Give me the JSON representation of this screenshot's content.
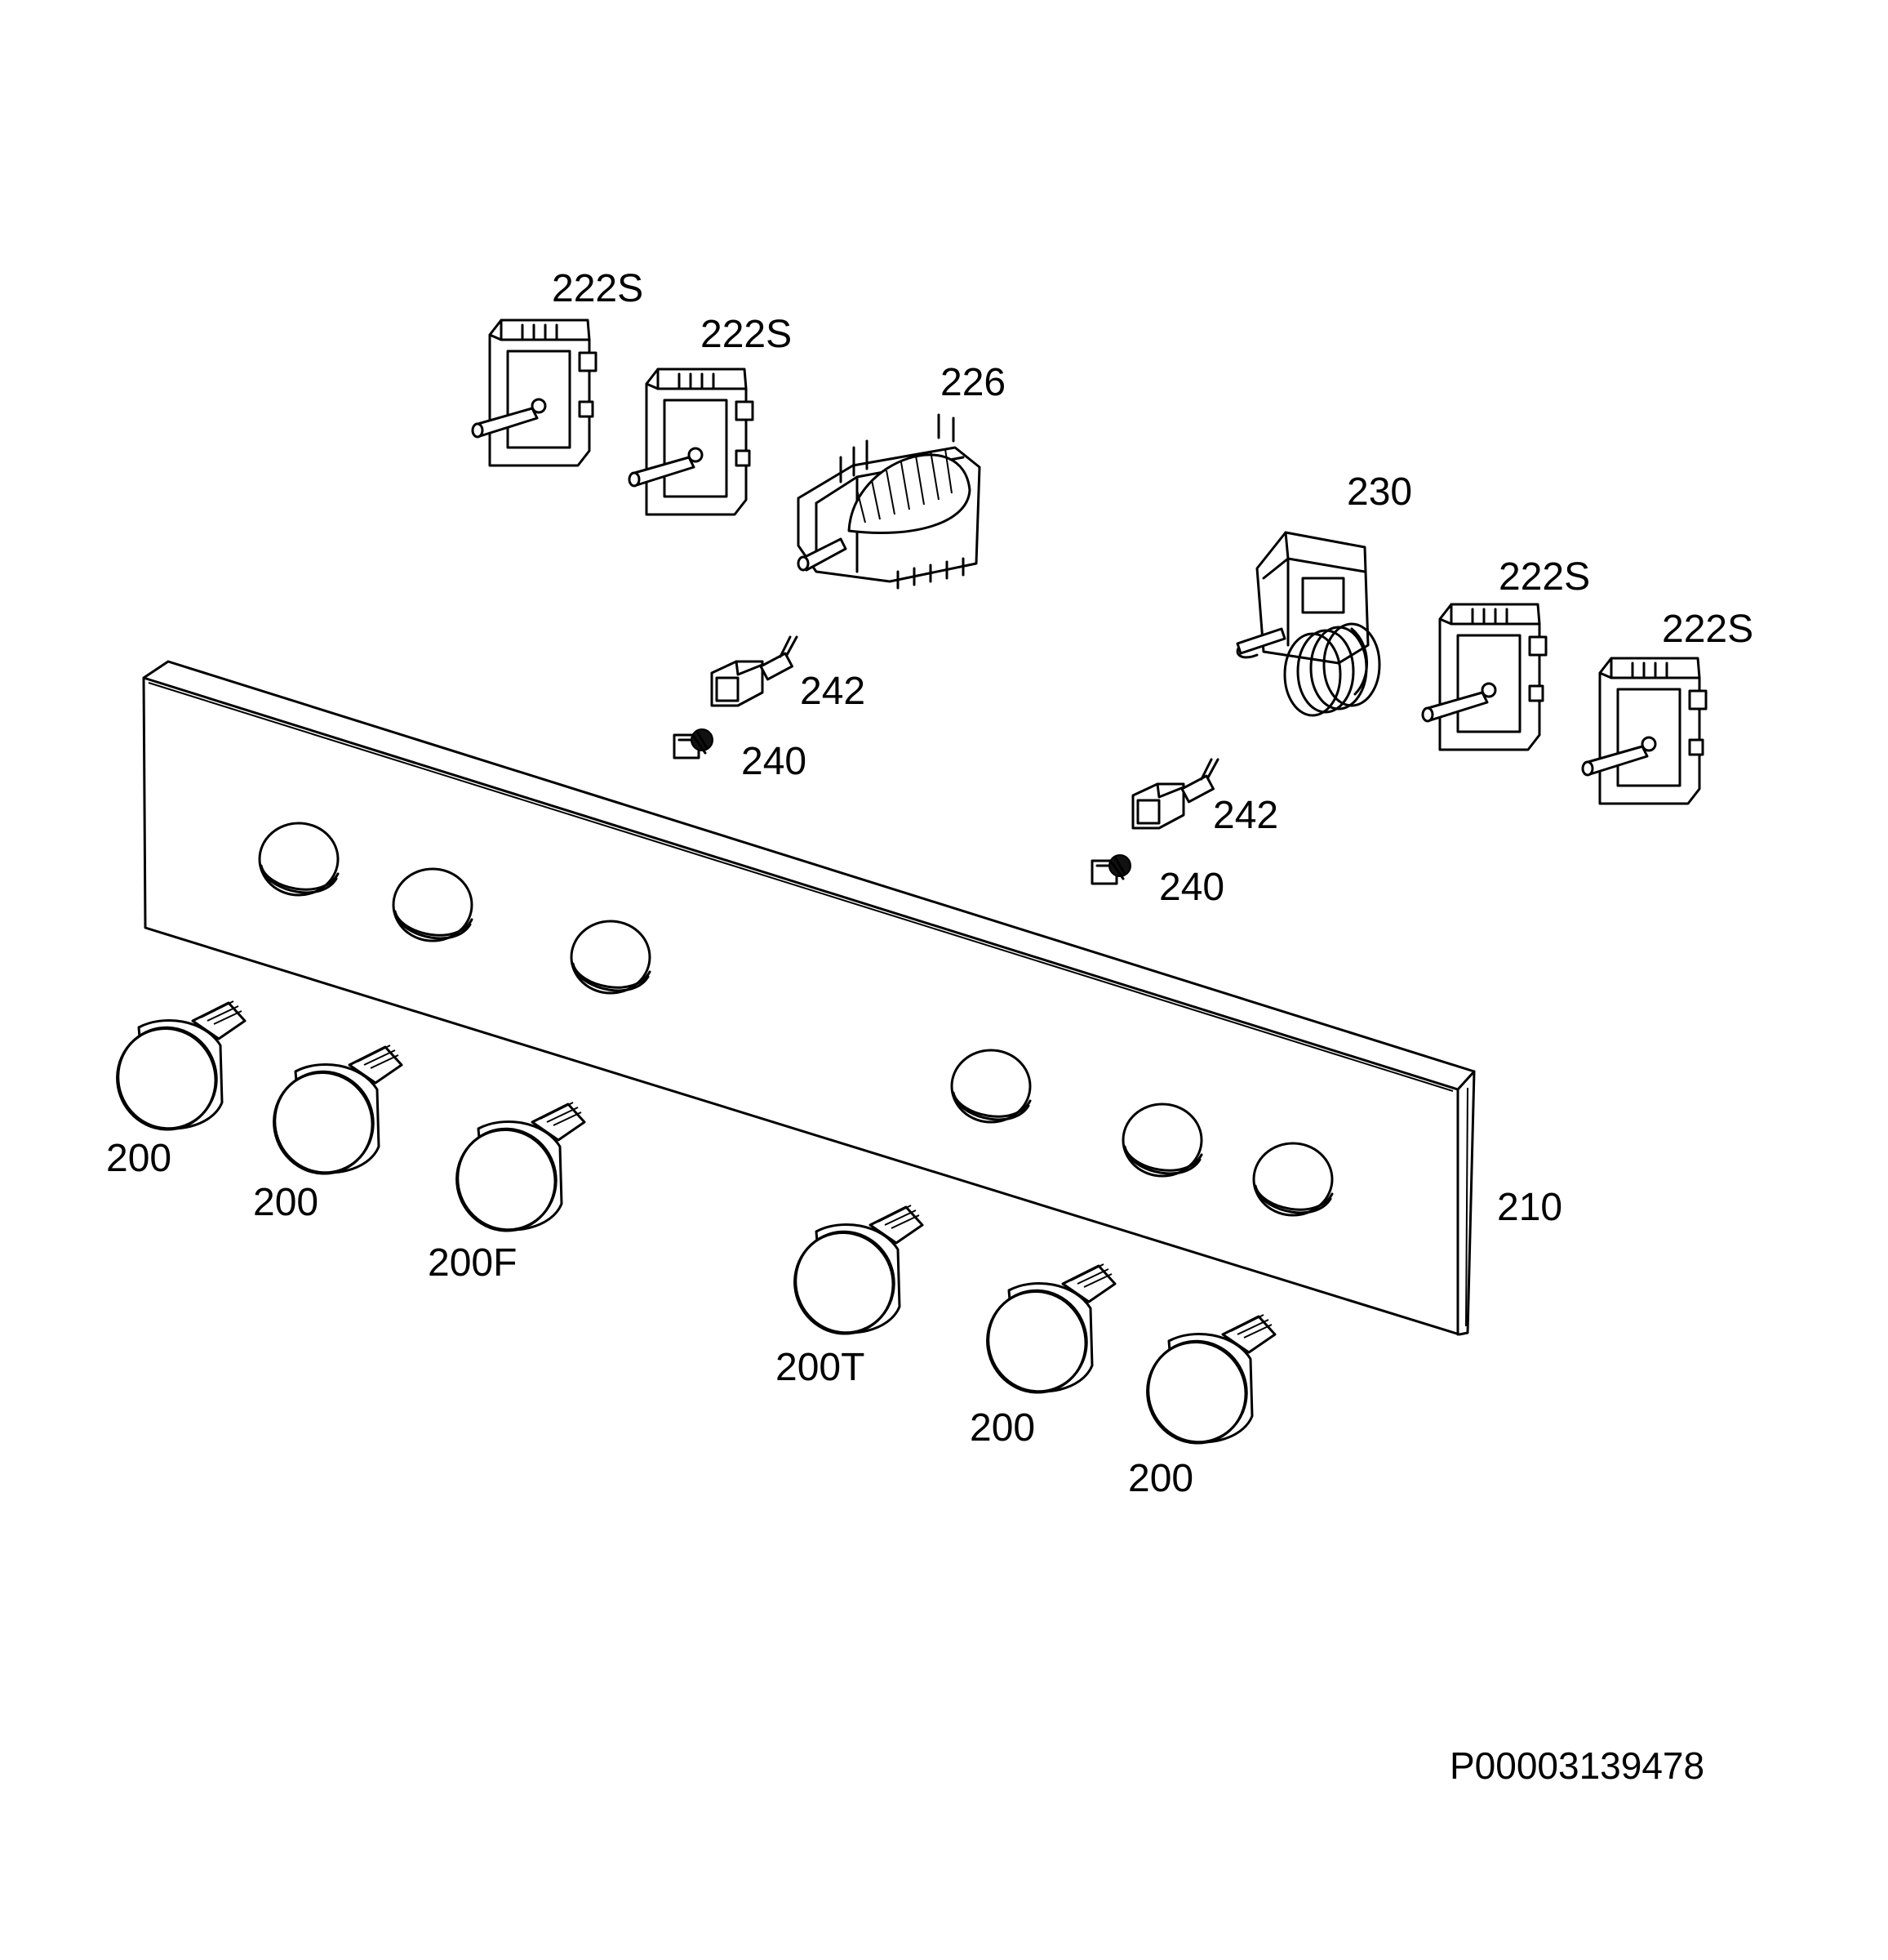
{
  "diagram": {
    "callouts": {
      "sw_top_left": "222S",
      "sw_top_mid": "222S",
      "selector": "226",
      "thermostat": "230",
      "sw_right_a": "222S",
      "sw_right_b": "222S",
      "lampholder_left": "242",
      "lamp_left": "240",
      "lampholder_right": "242",
      "lamp_right": "240",
      "panel": "210",
      "knob_1": "200",
      "knob_2": "200",
      "knob_3": "200F",
      "knob_4": "200T",
      "knob_5": "200",
      "knob_6": "200"
    },
    "document_id": "P00003139478"
  }
}
